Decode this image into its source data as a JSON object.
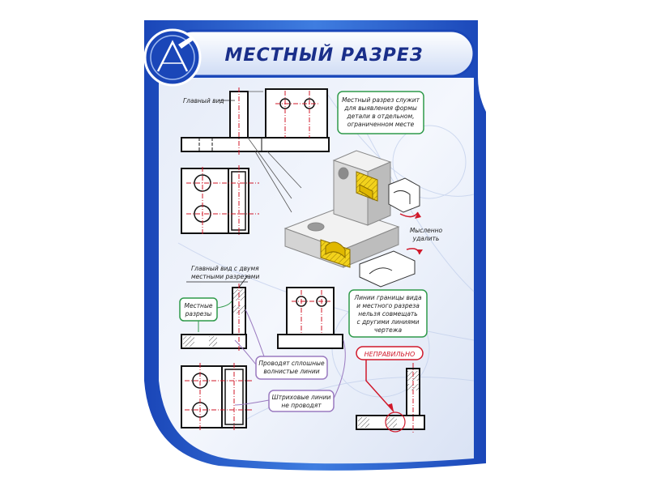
{
  "title": "МЕСТНЫЙ РАЗРЕЗ",
  "icon": "compass-drawing-icon",
  "labels": {
    "main_view": "Главный вид",
    "main_view_two_sections": [
      "Главный вид с двумя",
      "местными разрезами"
    ],
    "local_sections": [
      "Местные",
      "разрезы"
    ],
    "mentally_remove": [
      "Мысленно",
      "удалить"
    ],
    "solid_wavy": [
      "Проводят сплошные",
      "волнистые линии"
    ],
    "dashed_not": [
      "Штриховые линии",
      "не проводят"
    ],
    "wrong": "НЕПРАВИЛЬНО"
  },
  "notes": {
    "definition": [
      "Местный разрез служит",
      "для выявления формы",
      "детали в отдельном,",
      "ограниченном месте"
    ],
    "boundary": [
      "Линии границы вида",
      "и местного разреза",
      "нельзя совмещать",
      "с другими линиями",
      "чертежа"
    ]
  },
  "colors": {
    "frame_blue": "#1f56c9",
    "title_blue": "#1a2f8a",
    "accent_red": "#d0182a",
    "note_green": "#2f9a4a",
    "note_purple": "#9a7ac0",
    "hatch_yellow": "#f2d21c"
  }
}
